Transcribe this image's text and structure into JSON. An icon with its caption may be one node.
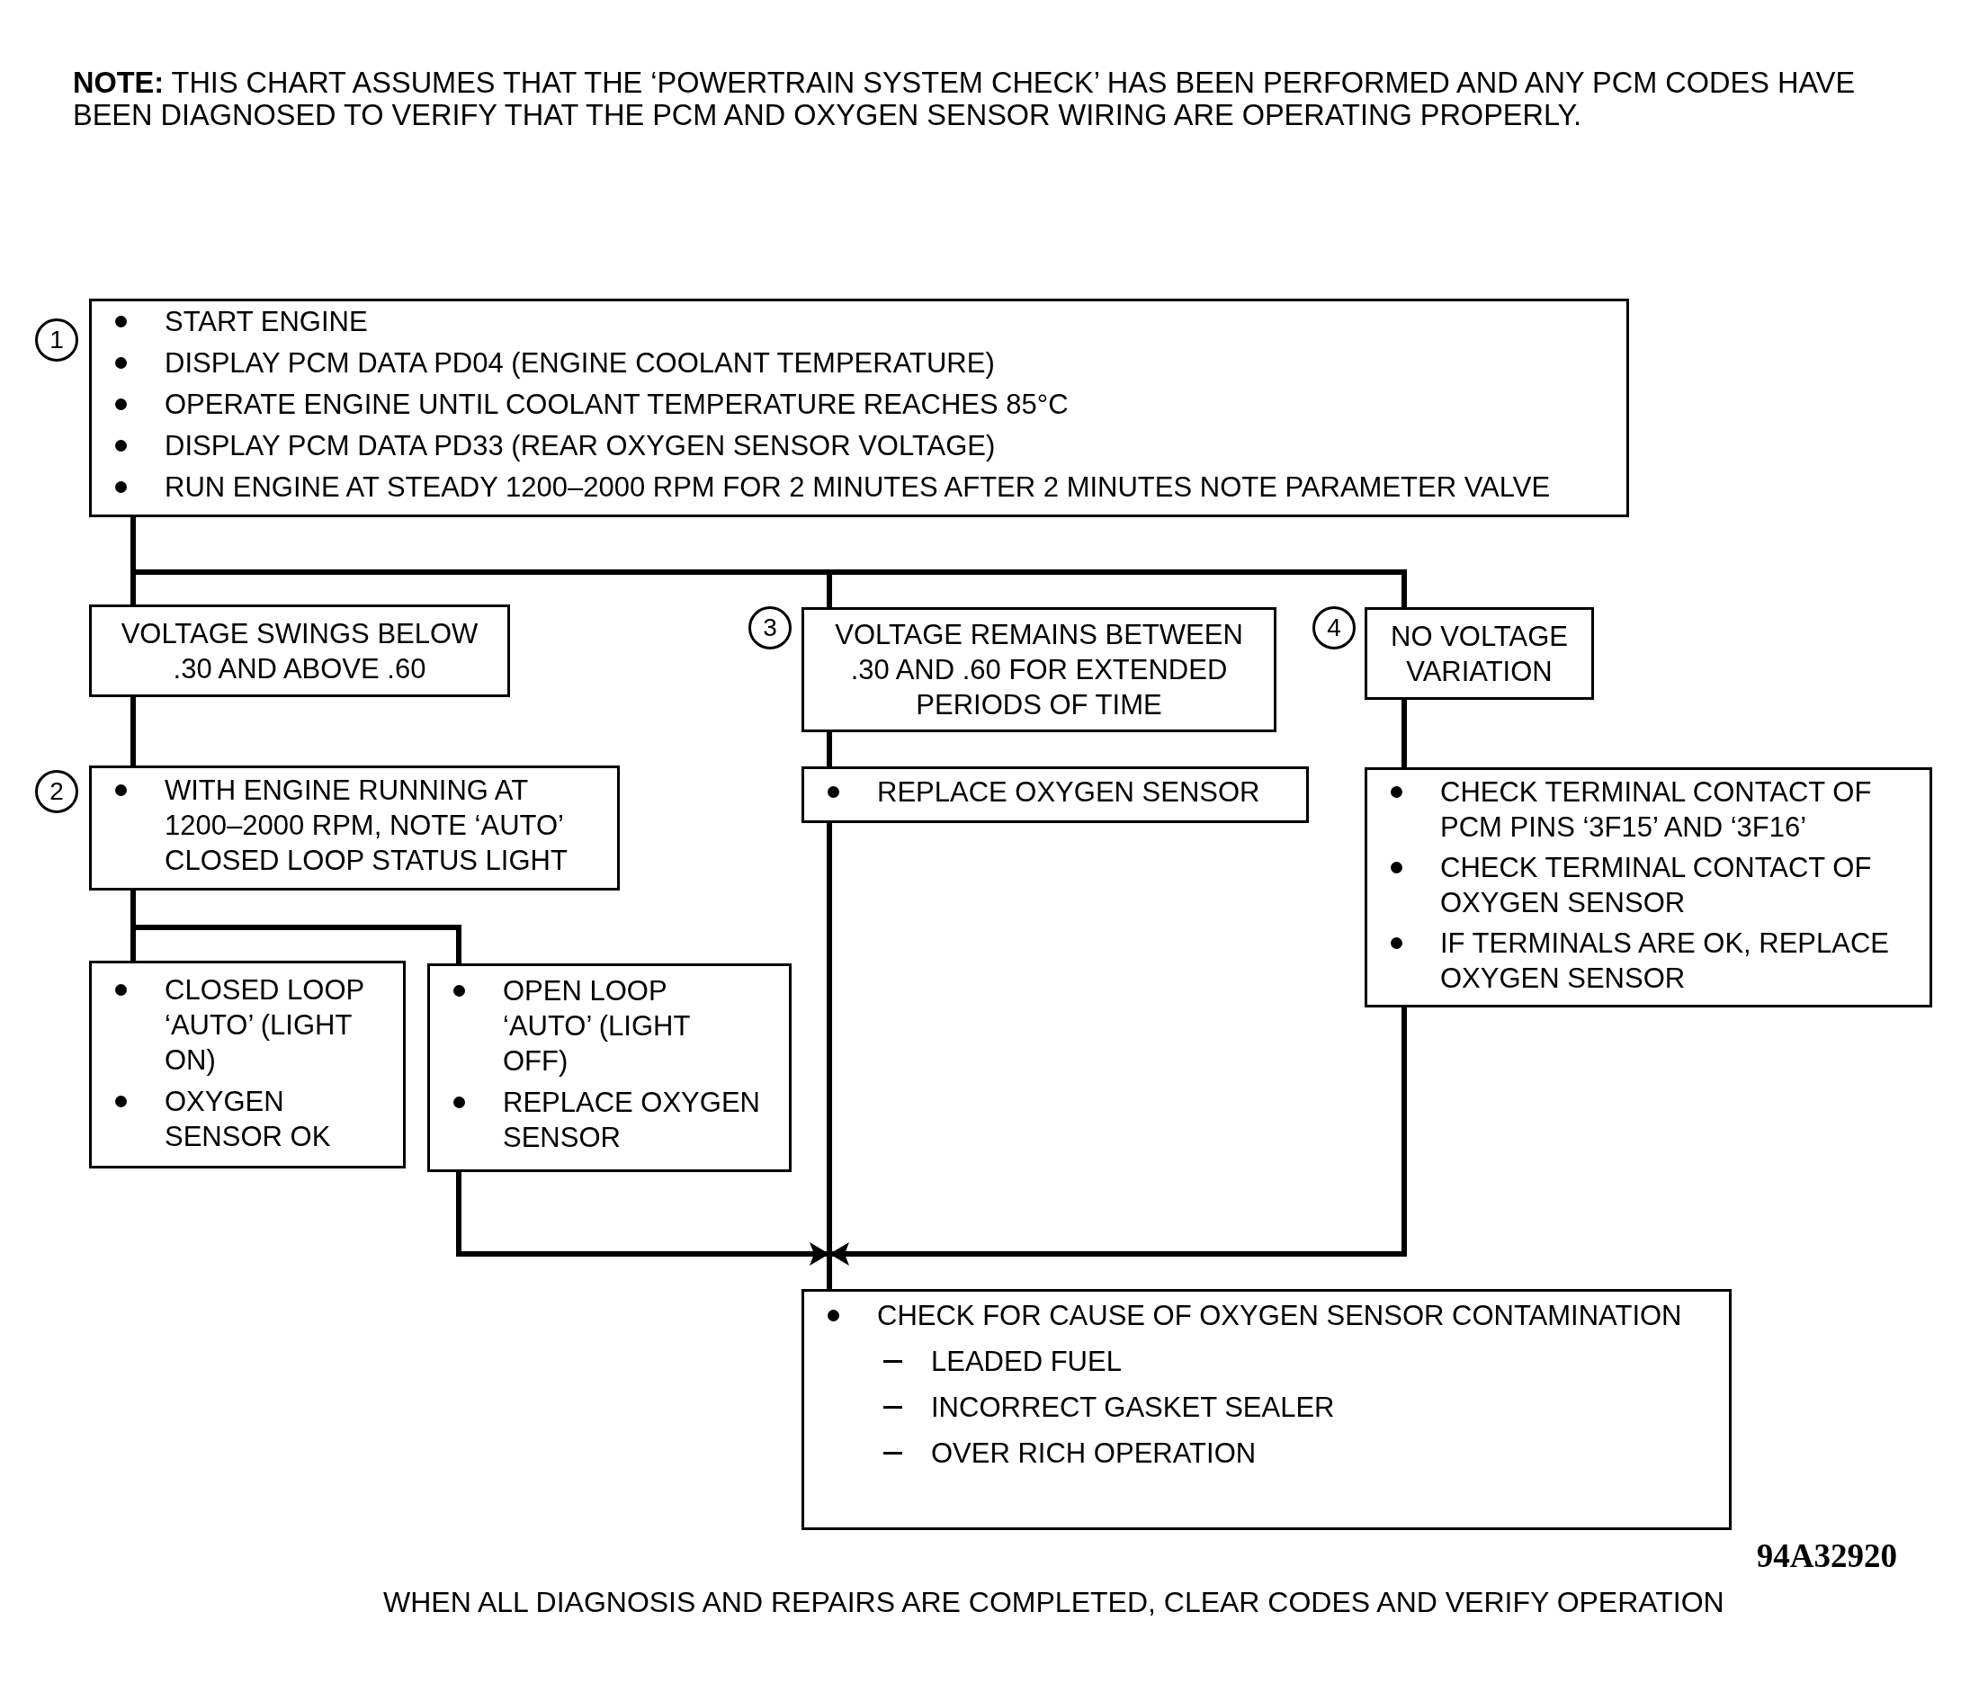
{
  "diagram": {
    "nodes": [
      {
        "text": [
          "1"
        ]
      },
      {
        "text": [
          "START ENGINE",
          "DISPLAY PCM DATA PD04 (ENGINE COOLANT TEMPERATURE)",
          "OPERATE ENGINE UNTIL COOLANT TEMPERATURE REACHES 85°C",
          "DISPLAY PCM DATA PD33 (REAR OXYGEN SENSOR VOLTAGE)",
          "RUN ENGINE AT STEADY 1200–2000 RPM FOR 2 MINUTES AFTER 2 MINUTES NOTE PARAMETER VALVE"
        ]
      },
      {
        "text": [
          "VOLTAGE SWINGS BELOW .30 AND ABOVE .60"
        ]
      },
      {
        "text": [
          "3"
        ]
      },
      {
        "text": [
          "VOLTAGE REMAINS BETWEEN .30 AND .60 FOR EXTENDED PERIODS OF TIME"
        ]
      },
      {
        "text": [
          "4"
        ]
      },
      {
        "text": [
          "NO VOLTAGE VARIATION"
        ]
      },
      {
        "text": [
          "2"
        ]
      },
      {
        "text": [
          "WITH ENGINE RUNNING AT 1200–2000 RPM, NOTE ‘AUTO’ CLOSED LOOP STATUS LIGHT"
        ]
      },
      {
        "text": [
          "REPLACE OXYGEN SENSOR"
        ]
      },
      {
        "text": [
          "CHECK TERMINAL CONTACT OF PCM PINS ‘3F15’ AND ‘3F16’",
          "CHECK TERMINAL CONTACT OF OXYGEN SENSOR",
          "IF TERMINALS ARE OK, REPLACE OXYGEN SENSOR"
        ]
      },
      {
        "text": [
          "CLOSED LOOP ‘AUTO’ (LIGHT ON)",
          "OXYGEN SENSOR OK"
        ]
      },
      {
        "text": [
          "OPEN LOOP ‘AUTO’ (LIGHT OFF)",
          "REPLACE OXYGEN SENSOR"
        ]
      },
      {
        "text": [
          "CHECK FOR CAUSE OF OXYGEN SENSOR CONTAMINATION",
          "LEADED FUEL",
          "INCORRECT GASKET SEALER",
          "OVER RICH OPERATION"
        ]
      }
    ],
    "edges": [
      {
        "from": 1,
        "to": 2,
        "arrow": "none"
      },
      {
        "from": 1,
        "to": 4,
        "arrow": "none"
      },
      {
        "from": 1,
        "to": 6,
        "arrow": "none"
      },
      {
        "from": 2,
        "to": 8,
        "arrow": "none"
      },
      {
        "from": 4,
        "to": 9,
        "arrow": "none"
      },
      {
        "from": 6,
        "to": 10,
        "arrow": "none"
      },
      {
        "from": 8,
        "to": 11,
        "arrow": "none"
      },
      {
        "from": 8,
        "to": 12,
        "arrow": "none"
      },
      {
        "from": 12,
        "to": 13,
        "arrow": "to"
      },
      {
        "from": 9,
        "to": 13,
        "arrow": "none"
      },
      {
        "from": 10,
        "to": 13,
        "arrow": "to"
      }
    ],
    "labels": [
      "**NOTE:** THIS CHART ASSUMES THAT THE ‘POWERTRAIN SYSTEM CHECK’ HAS BEEN PERFORMED AND ANY PCM CODES HAVE BEEN DIAGNOSED TO VERIFY THAT THE PCM AND OXYGEN SENSOR WIRING ARE OPERATING PROPERLY.",
      "94A32920",
      "WHEN ALL DIAGNOSIS AND REPAIRS ARE COMPLETED, CLEAR CODES AND VERIFY OPERATION"
    ]
  }
}
